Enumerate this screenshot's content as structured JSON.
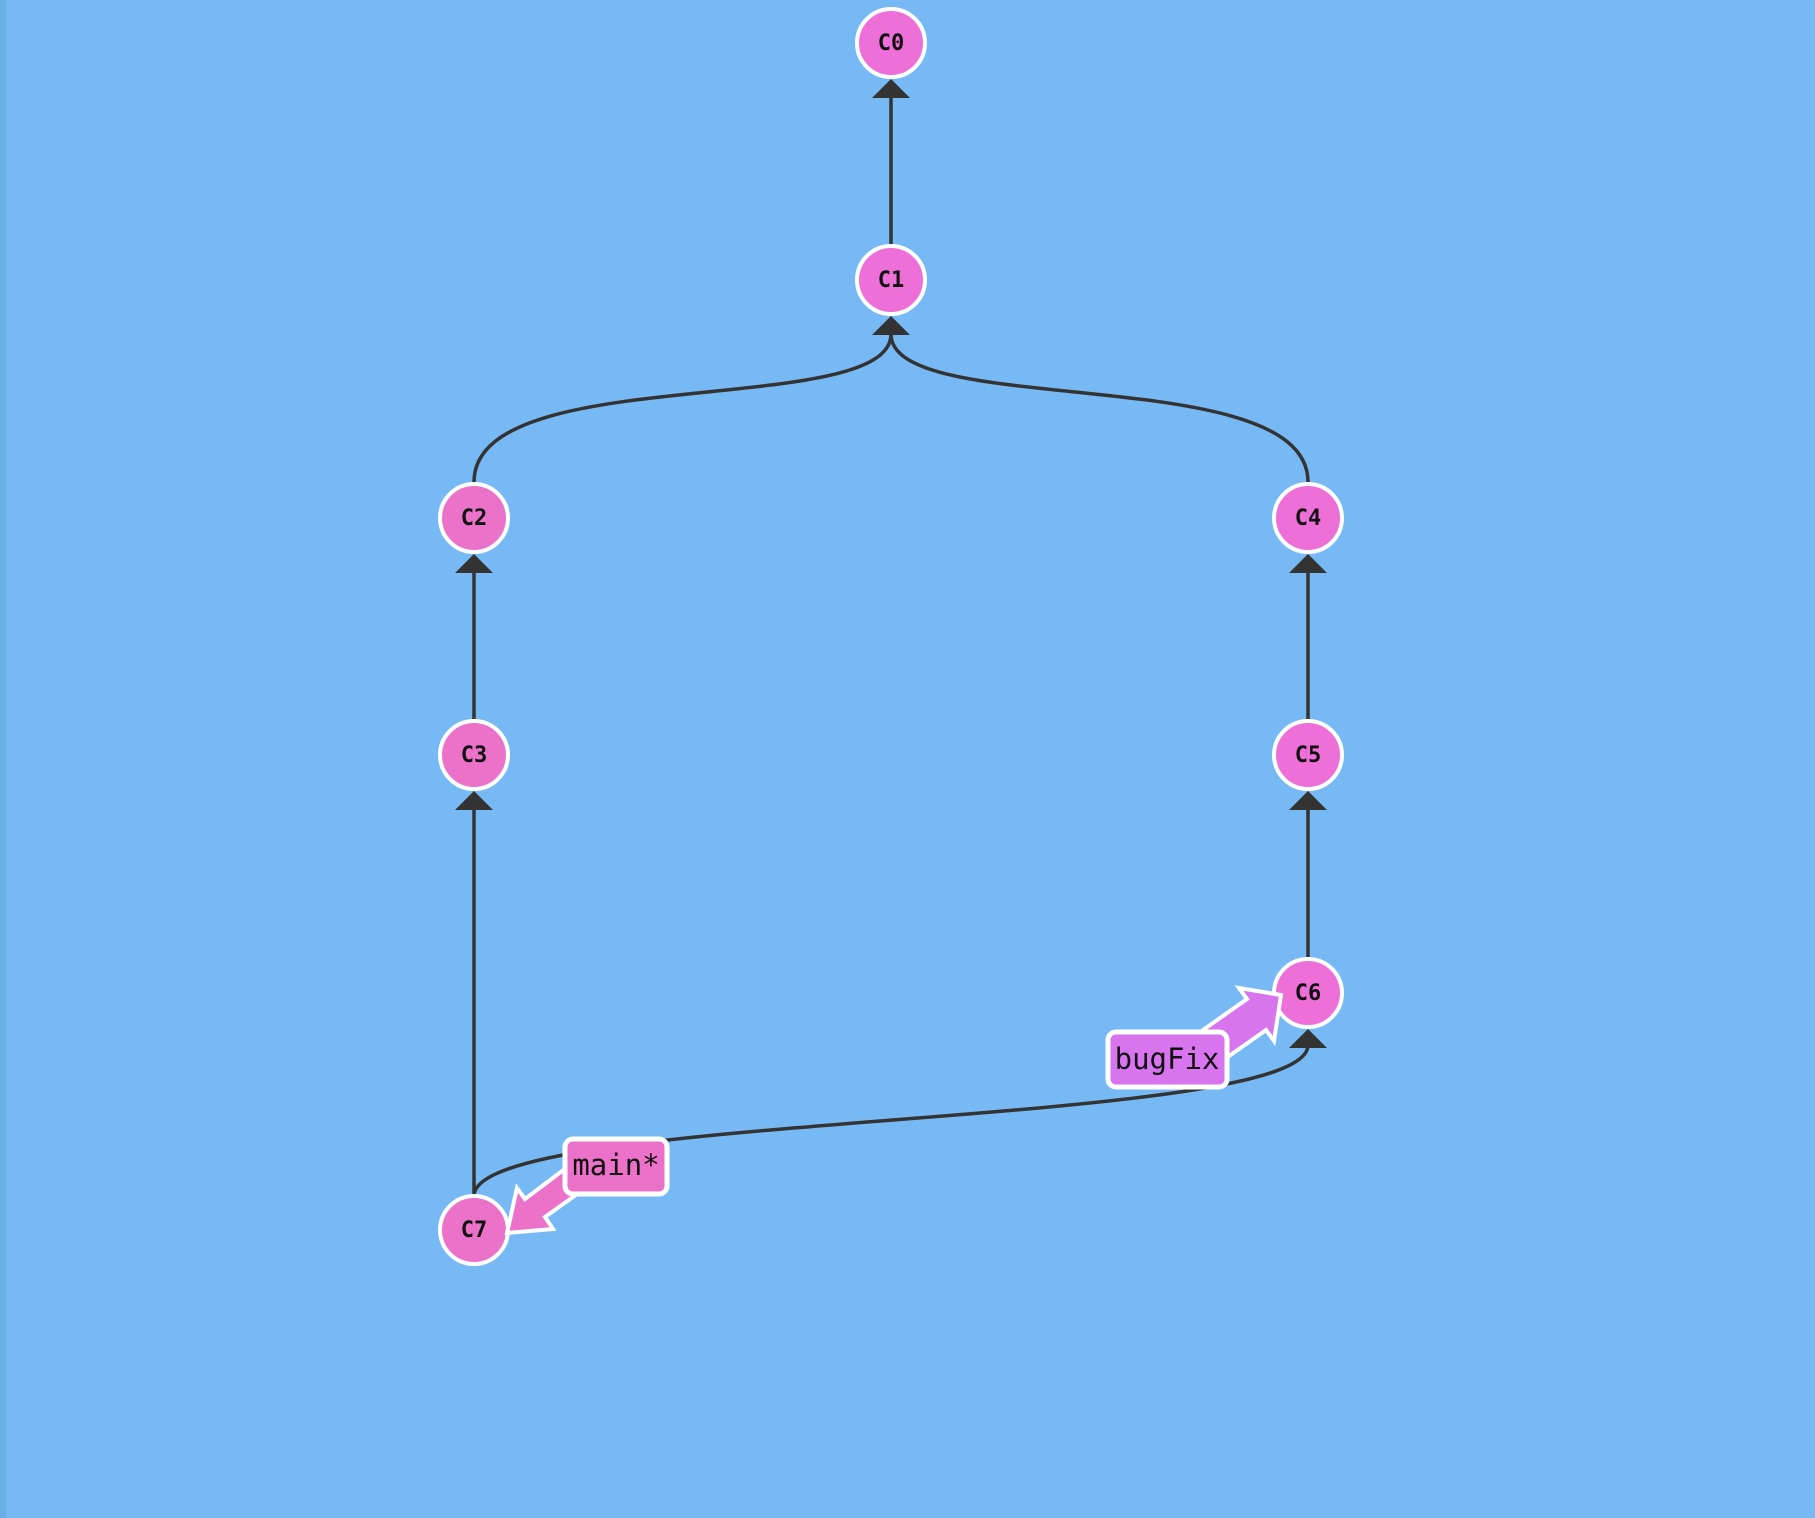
{
  "colors": {
    "background": "#77b9f4",
    "commit_fill": "#ef6fd9",
    "commit_fill_main_line": "#ec72c9",
    "edge": "#333333",
    "outline": "#ffffff",
    "main_branch": "#ec72c9",
    "bugfix_branch": "#d774ee"
  },
  "commits": [
    {
      "id": "C0",
      "parents": []
    },
    {
      "id": "C1",
      "parents": [
        "C0"
      ]
    },
    {
      "id": "C2",
      "parents": [
        "C1"
      ]
    },
    {
      "id": "C4",
      "parents": [
        "C1"
      ]
    },
    {
      "id": "C3",
      "parents": [
        "C2"
      ]
    },
    {
      "id": "C5",
      "parents": [
        "C4"
      ]
    },
    {
      "id": "C6",
      "parents": [
        "C5"
      ]
    },
    {
      "id": "C7",
      "parents": [
        "C3",
        "C6"
      ]
    }
  ],
  "branches": [
    {
      "name": "main*",
      "target": "C7"
    },
    {
      "name": "bugFix",
      "target": "C6"
    }
  ]
}
